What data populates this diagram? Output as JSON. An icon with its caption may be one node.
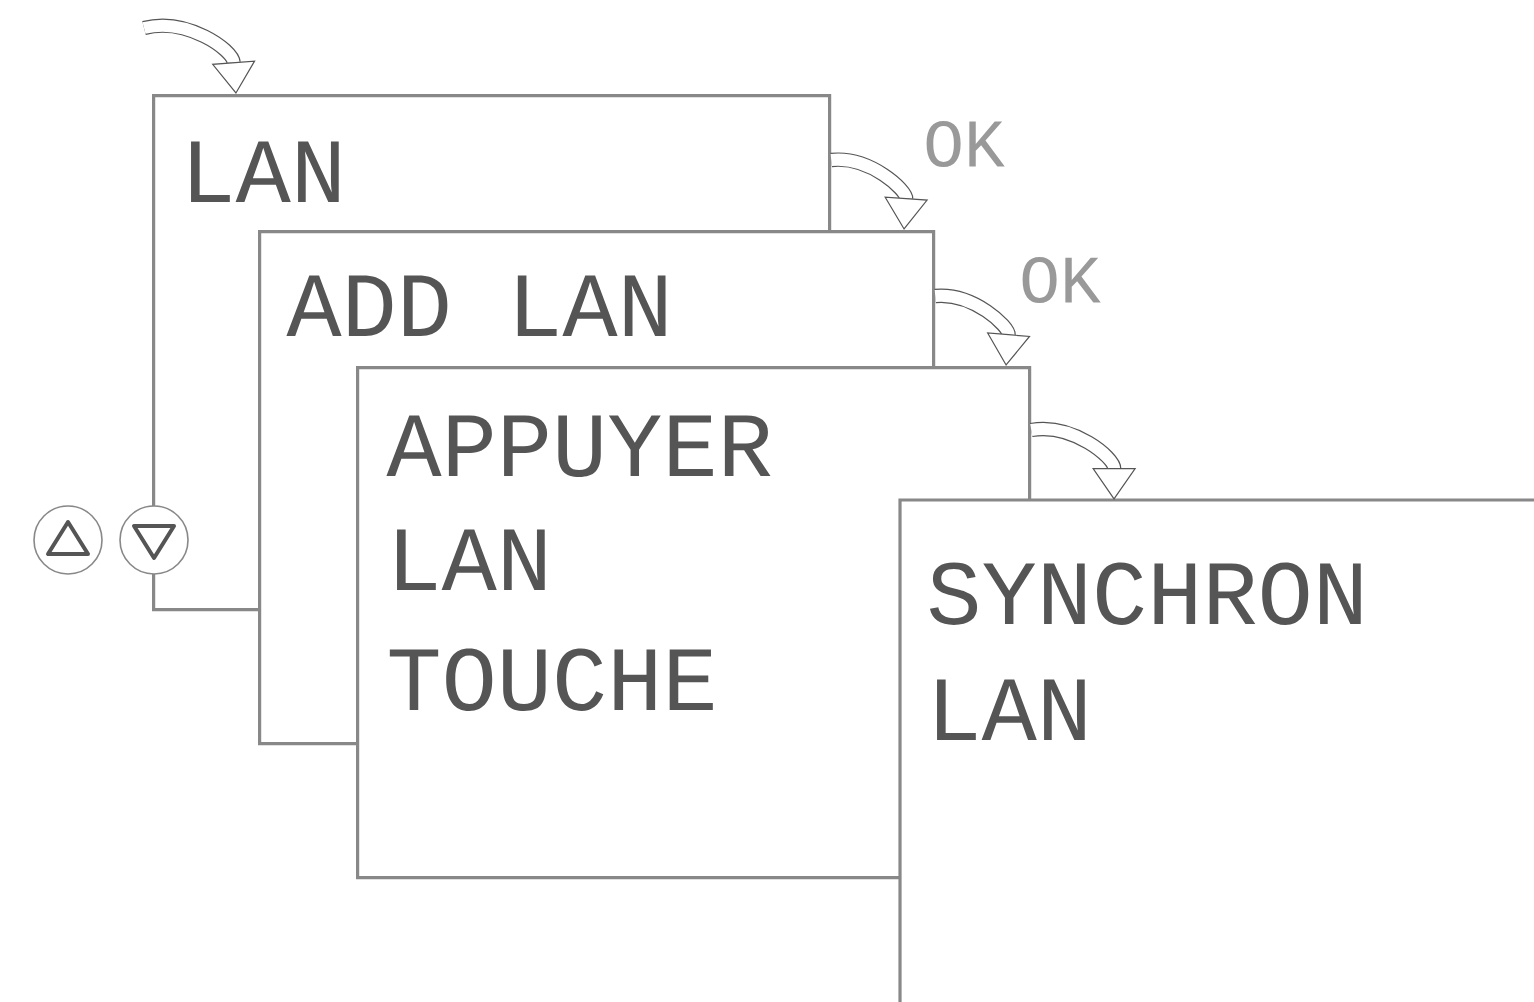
{
  "diagram": {
    "nodes": [
      {
        "text": [
          "LAN"
        ]
      },
      {
        "text": [
          "ADD LAN"
        ]
      },
      {
        "text": [
          "APPUYER",
          "LAN",
          "TOUCHE"
        ]
      },
      {
        "text": [
          "SYNCHRON",
          "LAN"
        ]
      }
    ],
    "edges": [
      {
        "from": null,
        "to": 0,
        "arrow": "to"
      },
      {
        "from": 0,
        "to": 1,
        "arrow": "to",
        "label": "OK"
      },
      {
        "from": 1,
        "to": 2,
        "arrow": "to",
        "label": "OK"
      },
      {
        "from": 2,
        "to": 3,
        "arrow": "to"
      }
    ]
  }
}
